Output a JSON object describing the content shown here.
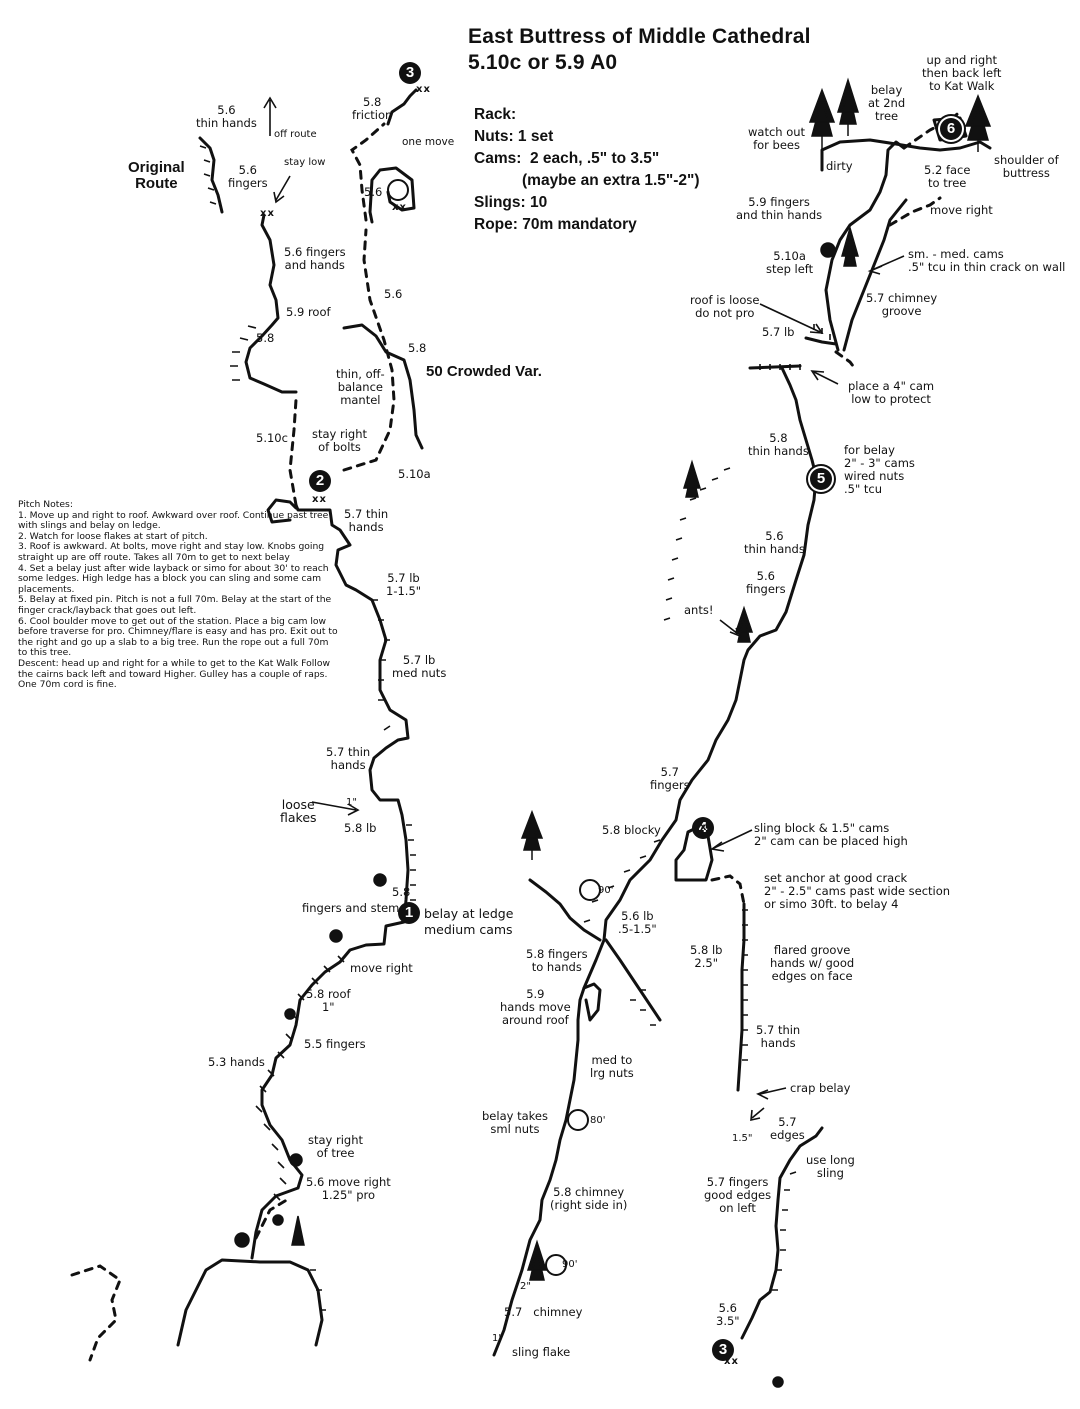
{
  "title": {
    "line1": "East Buttress of Middle Cathedral",
    "line2": "5.10c or 5.9 A0"
  },
  "rack": {
    "header": "Rack:",
    "nuts": "Nuts: 1 set",
    "cams": "Cams:  2 each, .5\" to 3.5\"",
    "cams_extra": "(maybe an extra 1.5\"-2\")",
    "slings": "Slings: 10",
    "rope": "Rope: 70m mandatory"
  },
  "pitch_notes": [
    "Pitch Notes:",
    "1. Move up and right to roof.  Awkward over roof.  Continue past tree with slings and belay on ledge.",
    "2. Watch for loose flakes at start of pitch.",
    "3. Roof is awkward. At bolts, move right and stay low. Knobs going straight up are off route. Takes all 70m to get to next belay",
    "4. Set a belay just after wide layback or simo for about 30' to reach some ledges. High ledge has a block you can sling and some cam placements.",
    "5. Belay at fixed pin.  Pitch is not a full 70m.  Belay at the start of the finger crack/layback that goes out left.",
    "6. Cool boulder move to get out of the station. Place a big cam low before traverse for pro.  Chimney/flare is easy and has pro.  Exit out to the right and go up a slab to a big tree. Run the rope out a full 70m to this tree.",
    "Descent:  head up and right for a while to get to the Kat Walk Follow the cairns back left and toward Higher. Gulley has a couple of raps.  One 70m cord is fine."
  ],
  "belays": [
    "1",
    "2",
    "3",
    "4",
    "5",
    "6",
    "3"
  ],
  "bolts_mark": "xx",
  "route_labels": {
    "original_route": "Original\nRoute",
    "crowded_var": "50 Crowded Var.",
    "l_56_thin_hands": "5.6\nthin hands",
    "l_off_route": "off route",
    "l_stay_low": "stay low",
    "l_56_fingers_orig": "5.6\nfingers",
    "l_58_friction": "5.8\nfriction",
    "l_one_move": "one move",
    "l_56_upper": "5.6",
    "l_56_fingers_hands": "5.6 fingers\nand hands",
    "l_59_roof": "5.9 roof",
    "l_58_roof_left": "5.8",
    "l_56_var": "5.6",
    "l_58_var": "5.8",
    "l_thin_mantel": "thin, off-\nbalance\nmantel",
    "l_510c": "5.10c",
    "l_stay_right_bolts": "stay right\nof bolts",
    "l_510a": "5.10a",
    "l_57_thin_hands_a": "5.7 thin\nhands",
    "l_57_lb": "5.7 lb\n1-1.5\"",
    "l_57_lb_med": "5.7 lb\nmed nuts",
    "l_57_thin_hands_b": "5.7 thin\nhands",
    "l_loose_flakes": "loose\nflakes",
    "l_1in": "1\"",
    "l_58_lb": "5.8 lb",
    "l_58_stem": "5.8",
    "l_fingers_stem": "fingers and stem",
    "l_belay_ledge": "belay at ledge\nmedium cams",
    "l_move_right": "move right",
    "l_58_roof": "5.8 roof\n1\"",
    "l_55_fingers": "5.5 fingers",
    "l_53_hands": "5.3 hands",
    "l_stay_right_tree": "stay right\nof tree",
    "l_56_move_right": "5.6 move right\n1.25\" pro",
    "m_58_blocky": "5.8 blocky",
    "m_57_fingers": "5.7\nfingers",
    "m_90_a": "90'",
    "m_56_lb": "5.6 lb\n.5-1.5\"",
    "m_58_fingers_hands": "5.8 fingers\nto hands",
    "m_59_roof": "5.9\nhands move\naround roof",
    "m_med_lrg": "med to\nlrg nuts",
    "m_belay_sml": "belay takes\nsml nuts",
    "m_80": "80'",
    "m_58_chimney": "5.8 chimney\n(right side in)",
    "m_90_b": "90'",
    "m_2in": "2\"",
    "m_57_chimney": "5.7   chimney",
    "m_1in": "1\"",
    "m_sling_flake": "sling flake",
    "m_sling_block": "sling block & 1.5\" cams\n2\" cam can be placed high",
    "m_ants": "ants!",
    "r_set_anchor": "set anchor at good crack\n2\" - 2.5\" cams past wide section\nor simo 30ft. to belay 4",
    "r_58_lb": "5.8 lb\n2.5\"",
    "r_flared_groove": "flared groove\nhands w/ good\nedges on face",
    "r_57_thin_hands": "5.7 thin\nhands",
    "r_crap_belay": "crap belay",
    "r_15in": "1.5\"",
    "r_57_edges": "5.7\nedges",
    "r_use_long_sling": "use long\nsling",
    "r_57_fingers_edges": "5.7 fingers\ngood edges\non left",
    "r_56": "5.6\n3.5\"",
    "r_58_thin_hands": "5.8\nthin hands",
    "r_for_belay": "for belay\n2\" - 3\" cams\nwired nuts\n.5\" tcu",
    "r_56_thin_hands": "5.6\nthin hands",
    "r_56_fingers": "5.6\nfingers",
    "r_place_4in": "place a 4\" cam\nlow to protect",
    "r_roof_loose": "roof is loose\ndo not pro",
    "r_57_lb": "5.7 lb",
    "r_57_chimney_groove": "5.7 chimney\ngroove",
    "r_sm_med_cams": "sm. - med. cams\n.5\" tcu in thin crack on wall",
    "r_510a_step": "5.10a\nstep left",
    "r_59_fingers": "5.9 fingers\nand thin hands",
    "r_watch_bees": "watch out\nfor bees",
    "r_dirty": "dirty",
    "r_belay_2nd": "belay\nat 2nd\ntree",
    "r_up_right": "up and right\nthen back left\nto Kat Walk",
    "r_shoulder": "shoulder of\nbuttress",
    "r_52_face": "5.2 face\nto tree",
    "r_move_right": "move right"
  },
  "palette": {
    "ink": "#111111",
    "paper": "#ffffff"
  }
}
